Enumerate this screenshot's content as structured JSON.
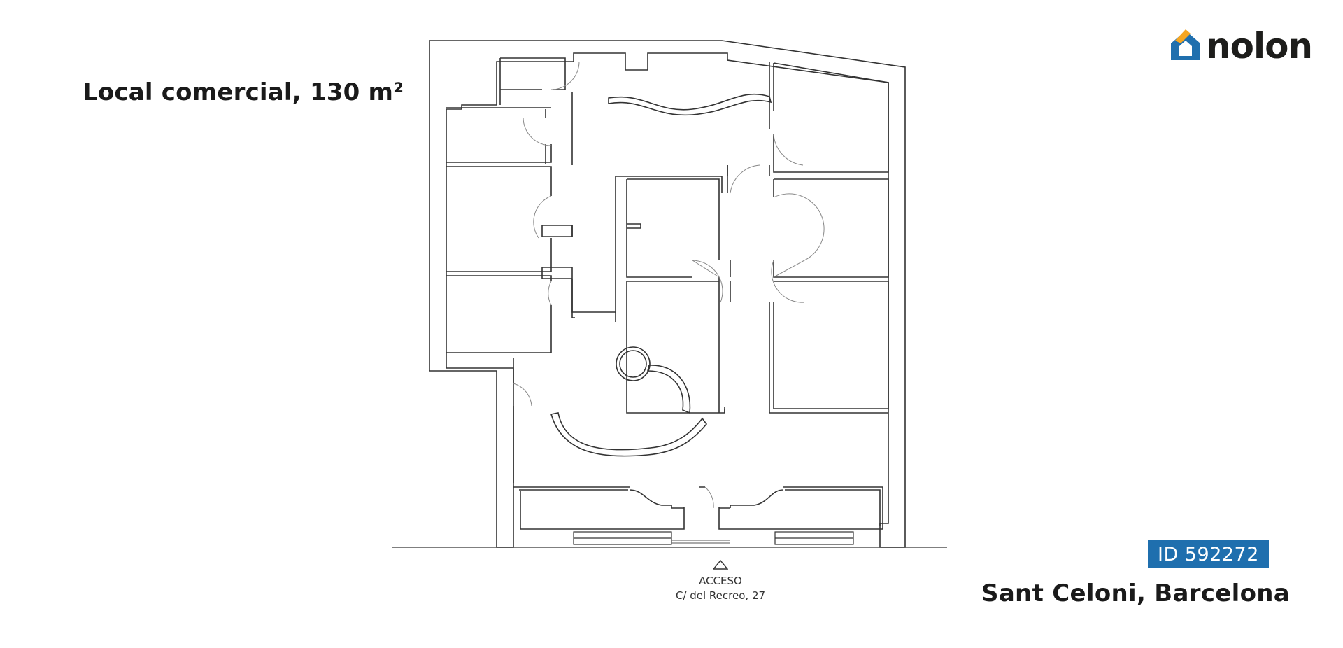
{
  "header": {
    "title": "Local comercial, 130 m²"
  },
  "brand": {
    "name": "nolon",
    "icon": "house-icon",
    "roof_color": "#f5a623",
    "body_color": "#1f6fae"
  },
  "listing": {
    "id": "ID 592272",
    "location": "Sant Celoni, Barcelona",
    "badge_color": "#1f6fae"
  },
  "access": {
    "label": "ACCESO",
    "address": "C/ del Recreo, 27",
    "icon": "triangle-up-icon"
  }
}
